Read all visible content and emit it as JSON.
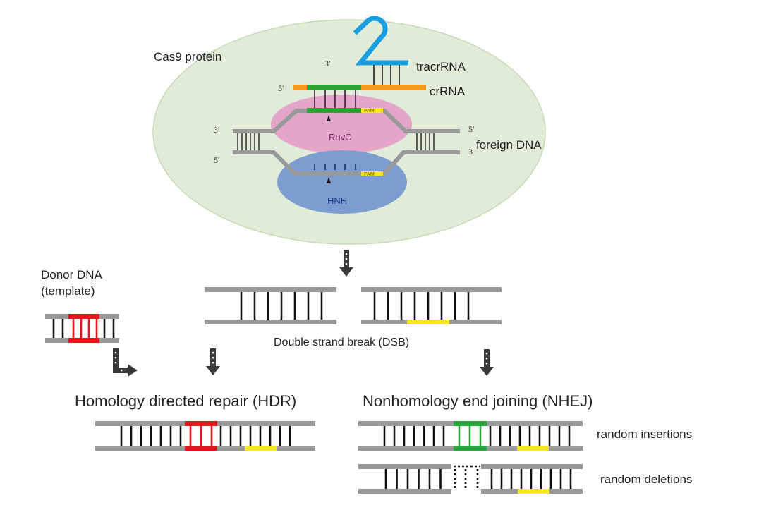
{
  "title": "CRISPR-Cas9 mechanism and DNA repair pathways",
  "colors": {
    "cas9_fill": "#e1ecd8",
    "cas9_stroke": "#c6dbb6",
    "ruvc_fill": "#e3a6c9",
    "hnh_fill": "#7d9dd0",
    "strand_gray": "#999999",
    "rung_black": "#111111",
    "tracr_blue": "#1a9ee2",
    "crrna_orange": "#f39a1e",
    "guide_green": "#2ba334",
    "pam_yellow": "#f6e71e",
    "donor_red": "#e8141c",
    "insert_green": "#27a83c",
    "arrow_dark": "#3a3a3a",
    "ruvc_text": "#7b2a6b",
    "hnh_text": "#1f3c88"
  },
  "cas9": {
    "protein_label": "Cas9 protein",
    "tracrrna_label": "tracrRNA",
    "crrna_label": "crRNA",
    "foreign_dna_label": "foreign DNA",
    "ruvc_label": "RuvC",
    "hnh_label": "HNH",
    "pam_label": "PAM",
    "primes": {
      "tracr_3": "3′",
      "crrna_5": "5′",
      "dna_left_top": "3′",
      "dna_left_bottom": "5′",
      "dna_right_top": "5′",
      "dna_right_bottom": "3"
    }
  },
  "donor": {
    "label_line1": "Donor DNA",
    "label_line2": "(template)"
  },
  "dsb": {
    "label": "Double strand break (DSB)"
  },
  "hdr": {
    "label": "Homology directed repair (HDR)"
  },
  "nhej": {
    "label": "Nonhomology end joining (NHEJ)",
    "insertions_label": "random insertions",
    "deletions_label": "random deletions"
  }
}
